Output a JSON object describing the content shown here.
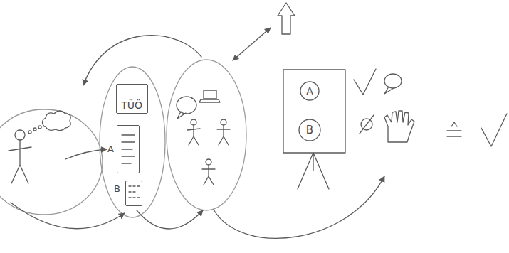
{
  "diagram": {
    "nodes": [
      {
        "text": [
          "TÜÖ"
        ]
      },
      {
        "text": [
          "A"
        ]
      },
      {
        "text": [
          "B"
        ]
      },
      {
        "text": [
          "A"
        ]
      },
      {
        "text": [
          "B"
        ]
      }
    ]
  }
}
